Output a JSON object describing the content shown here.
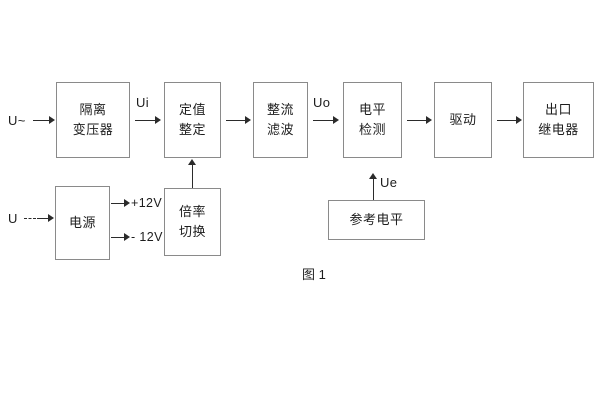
{
  "figure": {
    "caption": "图 1",
    "boxes": {
      "isolation_transformer": {
        "line1": "隔离",
        "line2": "变压器"
      },
      "setting_value": {
        "line1": "定值",
        "line2": "整定"
      },
      "rectify_filter": {
        "line1": "整流",
        "line2": "滤波"
      },
      "level_detect": {
        "line1": "电平",
        "line2": "检测"
      },
      "drive": {
        "line1": "驱动",
        "line2": ""
      },
      "output_relay": {
        "line1": "出口",
        "line2": "继电器"
      },
      "power_supply": {
        "line1": "电源",
        "line2": ""
      },
      "multiplier_switch": {
        "line1": "倍率",
        "line2": "切换"
      },
      "reference_level": {
        "line1": "参考电平",
        "line2": ""
      }
    },
    "signals": {
      "input_ac": "U~",
      "input_dc": "U",
      "ui": "Ui",
      "uo": "Uo",
      "ue": "Ue",
      "rail_pos": "+12V",
      "rail_neg": "- 12V"
    },
    "colors": {
      "background": "#ffffff",
      "box_border": "#8a8a8a",
      "line": "#2b2b2b",
      "text": "#1d1d1d"
    }
  }
}
